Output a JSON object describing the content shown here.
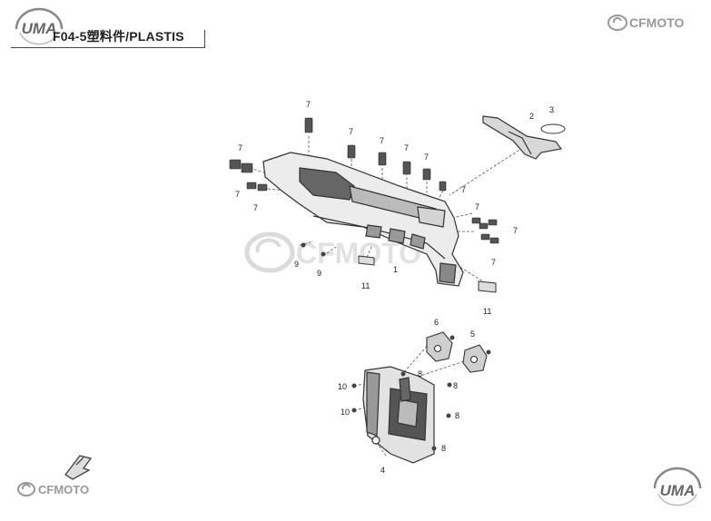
{
  "header": {
    "title": "F04-5塑料件/PLASTIS",
    "logo_top_left": "UMA",
    "logo_top_right": "CFMOTO"
  },
  "footer": {
    "logo_bottom_left": "CFMOTO",
    "logo_bottom_right": "UMA"
  },
  "watermark": "CFMOTO",
  "callouts": {
    "c1": "1",
    "c2": "2",
    "c3": "3",
    "c4": "4",
    "c5": "5",
    "c6": "6",
    "c7a": "7",
    "c7b": "7",
    "c7c": "7",
    "c7d": "7",
    "c7e": "7",
    "c7f": "7",
    "c7g": "7",
    "c7h": "7",
    "c7i": "7",
    "c7j": "7",
    "c7k": "7",
    "c8a": "8",
    "c8b": "8",
    "c8c": "8",
    "c8d": "8",
    "c9a": "9",
    "c9b": "9",
    "c10a": "10",
    "c10b": "10",
    "c11a": "11",
    "c11b": "11"
  },
  "colors": {
    "line": "#333333",
    "fill": "#e6e6e6",
    "dark": "#555555",
    "logo": "#9a9a9a"
  }
}
